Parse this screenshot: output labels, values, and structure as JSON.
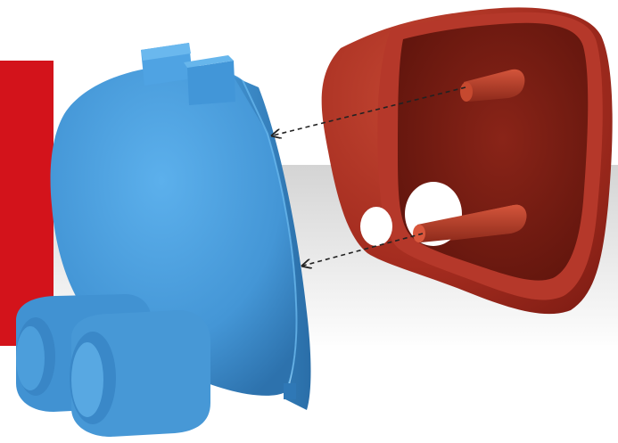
{
  "scene": {
    "description_free": true,
    "parts": [
      {
        "part": "left-housing",
        "color": "#4a9fe0"
      },
      {
        "part": "right-cap",
        "color": "#a92a1e"
      }
    ],
    "accents": {
      "red_block": "#d3131b",
      "grey_band_top": "#d9d9d9",
      "grey_band_bottom": "#ffffff",
      "arrow": "#222222"
    },
    "arrows": [
      {
        "direction": "left"
      },
      {
        "direction": "left"
      }
    ]
  }
}
